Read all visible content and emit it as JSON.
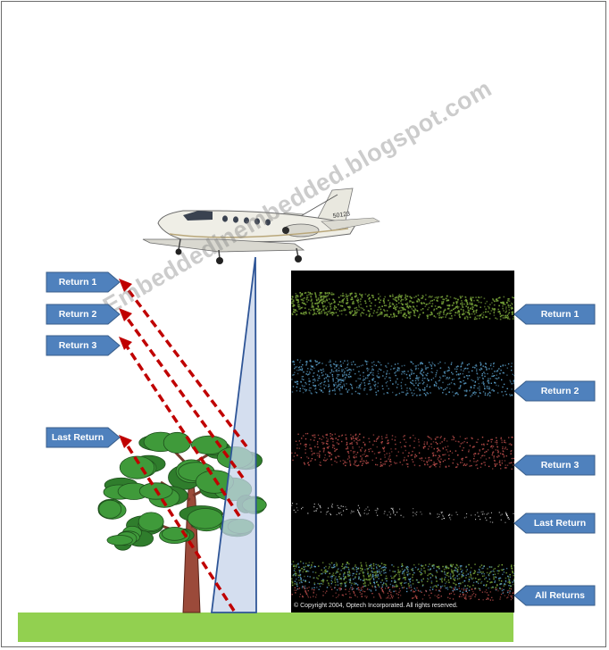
{
  "watermark": "Embeddedinembedded.blogspot.com",
  "aircraft": {
    "tail_number": "50123"
  },
  "left_labels": {
    "return1": "Return 1",
    "return2": "Return 2",
    "return3": "Return 3",
    "last": "Last Return"
  },
  "right_labels": {
    "return1": "Return 1",
    "return2": "Return 2",
    "return3": "Return 3",
    "last": "Last Return",
    "all": "All Returns"
  },
  "copyright": "© Copyright 2004, Optech Incorporated.  All rights reserved.",
  "colors": {
    "label_fill": "#4f81bd",
    "label_border": "#385d8a",
    "ground": "#92d050",
    "beam": "#c5d3ea",
    "beam_border": "#2e5597",
    "return_line": "#c00000",
    "panel": "#000000",
    "band_return1": "#7aa63a",
    "band_return2": "#5a9ec8",
    "band_return3": "#c0504d",
    "band_last": "#ffffff",
    "tree_foliage": "#3f9a3a",
    "tree_trunk": "#9b4a3a"
  }
}
